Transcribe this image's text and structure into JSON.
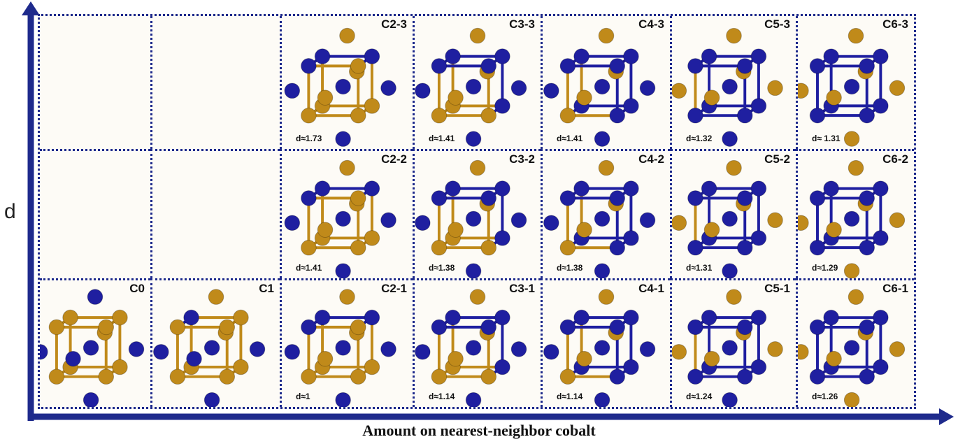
{
  "axis": {
    "y_label": "d",
    "x_label": "Amount on nearest-neighbor cobalt",
    "color": "#1e2a8c"
  },
  "colors": {
    "cobalt": "#1f1fa0",
    "other": "#c08a1a",
    "grid": "#1e2a8c",
    "cell_bg": "#fdfbf6"
  },
  "cells": [
    {
      "name": "C2-3",
      "d": "d≈1.73"
    },
    {
      "name": "C3-3",
      "d": "d≈1.41"
    },
    {
      "name": "C4-3",
      "d": "d≈1.41"
    },
    {
      "name": "C5-3",
      "d": "d≈1.32"
    },
    {
      "name": "C6-3",
      "d": "d≈ 1.31"
    },
    {
      "name": "C2-2",
      "d": "d≈1.41"
    },
    {
      "name": "C3-2",
      "d": "d≈1.38"
    },
    {
      "name": "C4-2",
      "d": "d≈1.38"
    },
    {
      "name": "C5-2",
      "d": "d≈1.31"
    },
    {
      "name": "C6-2",
      "d": "d≈1.29"
    },
    {
      "name": "C0",
      "d": ""
    },
    {
      "name": "C1",
      "d": ""
    },
    {
      "name": "C2-1",
      "d": "d≈1"
    },
    {
      "name": "C3-1",
      "d": "d≈1.14"
    },
    {
      "name": "C4-1",
      "d": "d≈1.14"
    },
    {
      "name": "C5-1",
      "d": "d≈1.24"
    },
    {
      "name": "C6-1",
      "d": "d≈1.26"
    }
  ]
}
